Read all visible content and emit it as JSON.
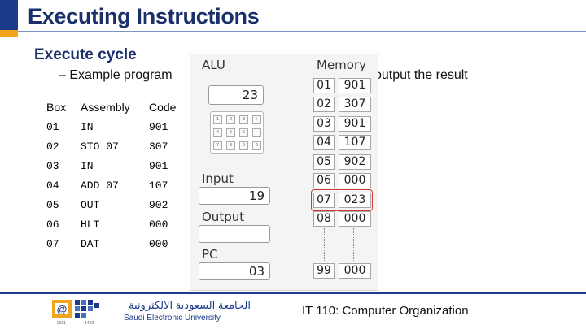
{
  "slide": {
    "title": "Executing Instructions",
    "heading": "Execute cycle",
    "subheading": "– Example program",
    "subheading_right": "output the result"
  },
  "program": {
    "headers": [
      "Box",
      "Assembly",
      "Code"
    ],
    "rows": [
      [
        "01",
        "IN",
        "901"
      ],
      [
        "02",
        "STO 07",
        "307"
      ],
      [
        "03",
        "IN",
        "901"
      ],
      [
        "04",
        "ADD 07",
        "107"
      ],
      [
        "05",
        "OUT",
        "902"
      ],
      [
        "06",
        "HLT",
        "000"
      ],
      [
        "07",
        "DAT",
        "000"
      ]
    ]
  },
  "simulator": {
    "alu_label": "ALU",
    "alu_value": "23",
    "keypad_keys": [
      "1",
      "2",
      "3",
      "+",
      "4",
      "5",
      "6",
      "-",
      "7",
      "8",
      "9",
      "0"
    ],
    "input_label": "Input",
    "input_value": "19",
    "output_label": "Output",
    "output_value": "",
    "pc_label": "PC",
    "pc_value": "03",
    "memory_label": "Memory",
    "memory": [
      {
        "addr": "01",
        "val": "901"
      },
      {
        "addr": "02",
        "val": "307"
      },
      {
        "addr": "03",
        "val": "901"
      },
      {
        "addr": "04",
        "val": "107"
      },
      {
        "addr": "05",
        "val": "902"
      },
      {
        "addr": "06",
        "val": "000"
      },
      {
        "addr": "07",
        "val": "023"
      },
      {
        "addr": "08",
        "val": "000"
      },
      {
        "addr": "99",
        "val": "000"
      }
    ],
    "highlight_color": "#d23a3a"
  },
  "footer": {
    "university_arabic": "الجامعة السعودية الالكترونية",
    "university_english": "Saudi Electronic University",
    "course": "IT 110: Computer Organization",
    "logo_years": [
      "2011",
      "1432"
    ]
  },
  "colors": {
    "brand_blue": "#1b3a8a",
    "brand_orange": "#f2a51c"
  }
}
